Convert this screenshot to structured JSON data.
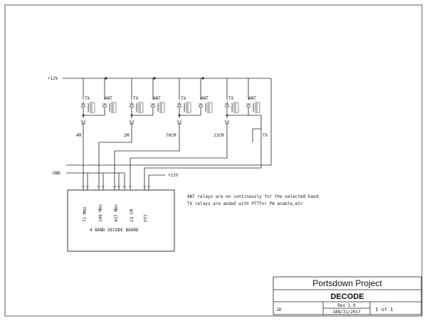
{
  "schematic": {
    "supply_top": "+12V",
    "relay_labels": [
      "TX",
      "ANT",
      "TX",
      "ANT",
      "TX",
      "ANT",
      "TX",
      "ANT"
    ],
    "band_labels": [
      "4M",
      "2M",
      "70CM",
      "23CM"
    ],
    "tx_label": "TX",
    "gnd_label": "GND",
    "supply_right": "+12V",
    "pin_labels": [
      "71 MHz",
      "146 MHz",
      "437 MHz",
      "23 CM",
      "PTT"
    ],
    "board_label": "4 BAND DECODE BOARD",
    "notes": [
      "ANT relays are on continously for the selected band.",
      "TX relays are anded with PTTfor PA enable,etc"
    ]
  },
  "title_block": {
    "project": "Portsdown Project",
    "sheet_name": "DECODE",
    "revision": "Rev 1.0",
    "date": "JAN/31/2017",
    "author": "JD",
    "page": "1 of 1"
  }
}
